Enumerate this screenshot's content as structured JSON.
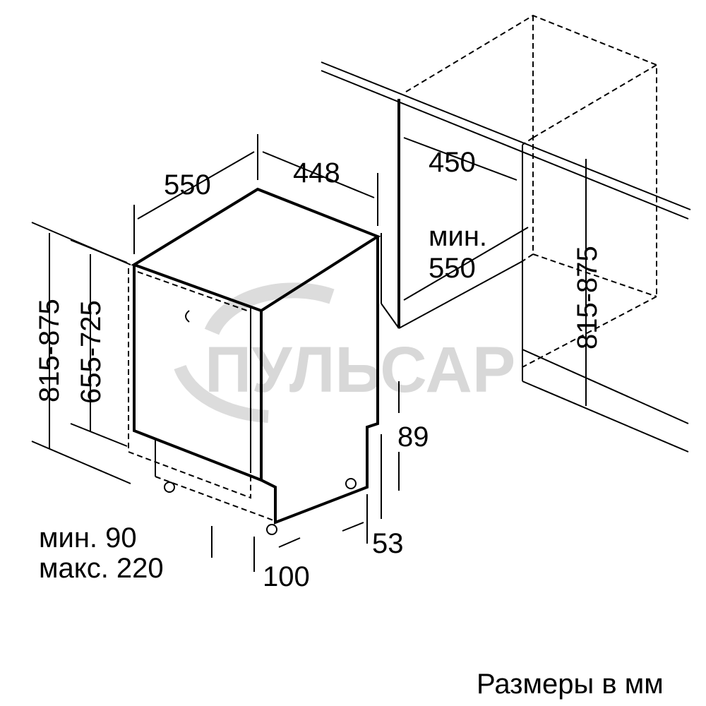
{
  "labels": {
    "depth": "550",
    "width": "448",
    "niche_width": "450",
    "niche_depth_prefix": "мин.",
    "niche_depth": "550",
    "total_height": "815-875",
    "door_height": "655-725",
    "niche_height": "815-875",
    "plinth_height": "89",
    "plinth_offset": "53",
    "plinth_min": "мин. 90",
    "plinth_max": "макс. 220",
    "foot_depth": "100",
    "units_note": "Размеры в мм"
  },
  "watermark": {
    "text": "ПУЛЬСАР",
    "color": "#d8d8d8"
  }
}
